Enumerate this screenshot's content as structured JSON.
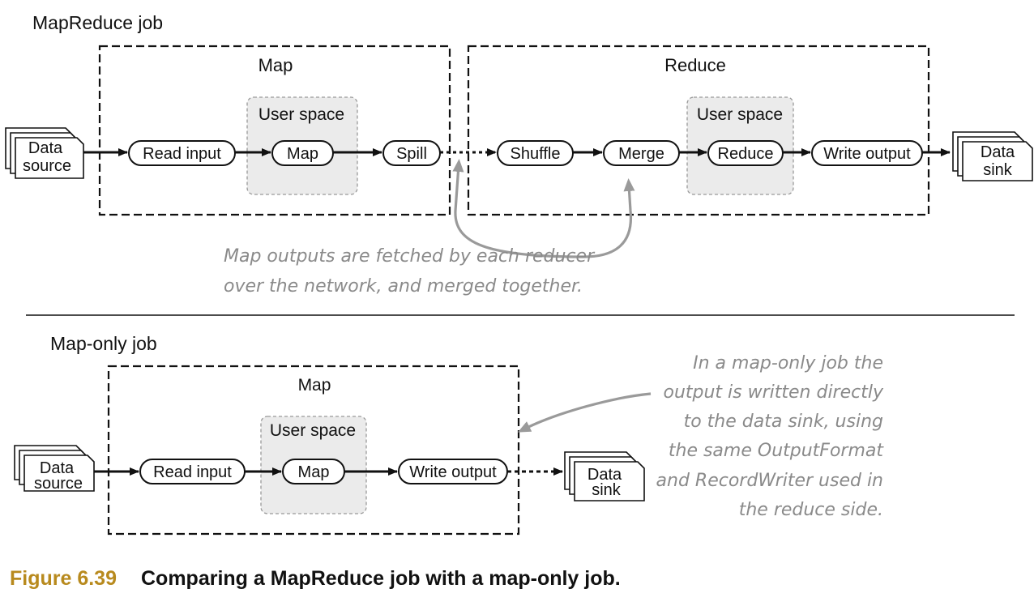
{
  "top": {
    "title": "MapReduce job",
    "map_stage": "Map",
    "reduce_stage": "Reduce",
    "user_space_map": "User space",
    "user_space_reduce": "User space",
    "source": [
      "Data",
      "source"
    ],
    "sink": [
      "Data",
      "sink"
    ],
    "nodes": {
      "read_input": "Read input",
      "map": "Map",
      "spill": "Spill",
      "shuffle": "Shuffle",
      "merge": "Merge",
      "reduce": "Reduce",
      "write_output": "Write output"
    },
    "note": [
      "Map outputs are fetched by each reducer",
      "over the network, and merged together."
    ]
  },
  "bottom": {
    "title": "Map-only job",
    "map_stage": "Map",
    "user_space": "User space",
    "source": [
      "Data",
      "source"
    ],
    "sink": [
      "Data",
      "sink"
    ],
    "nodes": {
      "read_input": "Read input",
      "map": "Map",
      "write_output": "Write output"
    },
    "note": [
      "In a map-only job the",
      "output is written directly",
      "to the data sink, using",
      "the same OutputFormat",
      "and RecordWriter used in",
      "the reduce side."
    ]
  },
  "caption": {
    "number": "Figure 6.39",
    "text": "Comparing a MapReduce job with a map-only job."
  }
}
